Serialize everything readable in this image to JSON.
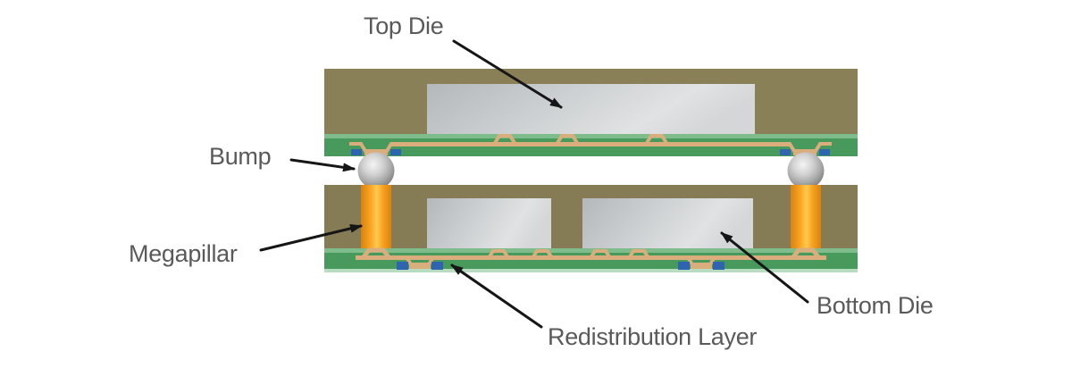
{
  "diagram": {
    "subject": "Stacked die semiconductor package cross-section",
    "labels": {
      "top_die": "Top Die",
      "bump": "Bump",
      "megapillar": "Megapillar",
      "redistribution_layer": "Redistribution Layer",
      "bottom_die": "Bottom Die"
    }
  },
  "colors": {
    "background": "#ffffff",
    "mold": "#8a8058",
    "mold_bottom": "#857c55",
    "die_gray_dark": "#b4b8bb",
    "die_gray_light": "#e0e2e3",
    "rdl_green": "#47995c",
    "rdl_green_light": "#7fbc8c",
    "rdl_green_pale": "#b7dcc0",
    "copper": "#d9ae7c",
    "pad_blue": "#2e64b0",
    "pillar_orange_dark": "#d9820f",
    "pillar_orange_light": "#ffc94e",
    "bump_gray_light": "#f4f4f4",
    "bump_gray_dark": "#6d6d6d",
    "label_text": "#5a5a5a",
    "arrow": "#161616"
  }
}
